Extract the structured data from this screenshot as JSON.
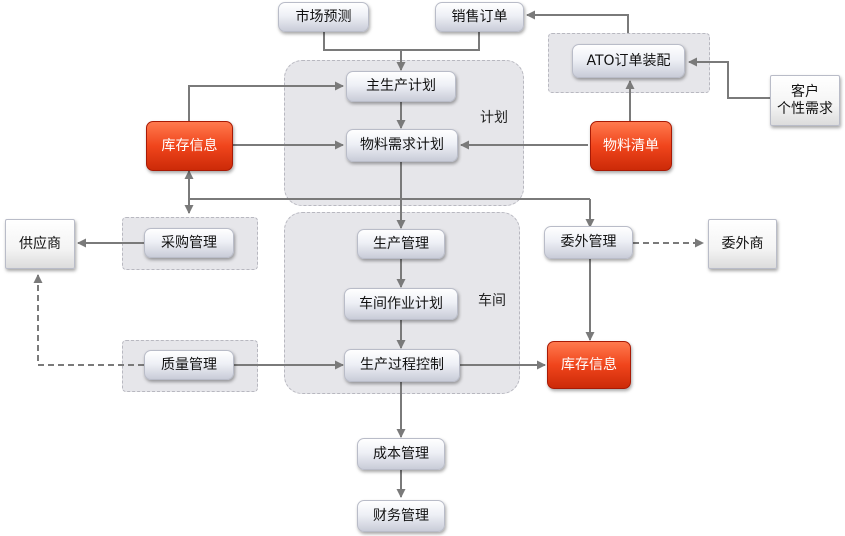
{
  "groups": {
    "plan": "计划",
    "shop": "车间"
  },
  "nodes": {
    "market_forecast": "市场预测",
    "sales_order": "销售订单",
    "ato_assembly": "ATO订单装配",
    "customer_needs_line1": "客户",
    "customer_needs_line2": "个性需求",
    "mps": "主生产计划",
    "inventory_top": "库存信息",
    "mrp": "物料需求计划",
    "bom": "物料清单",
    "supplier": "供应商",
    "purchasing": "采购管理",
    "production_mgmt": "生产管理",
    "outsourcing_mgmt": "委外管理",
    "subcontractor": "委外商",
    "shop_schedule": "车间作业计划",
    "quality_mgmt": "质量管理",
    "process_control": "生产过程控制",
    "inventory_bottom": "库存信息",
    "cost_mgmt": "成本管理",
    "finance_mgmt": "财务管理"
  },
  "colors": {
    "accent_red": "#e83e14",
    "group_fill": "#e6e6ea",
    "arrow": "#7a7a7a"
  }
}
